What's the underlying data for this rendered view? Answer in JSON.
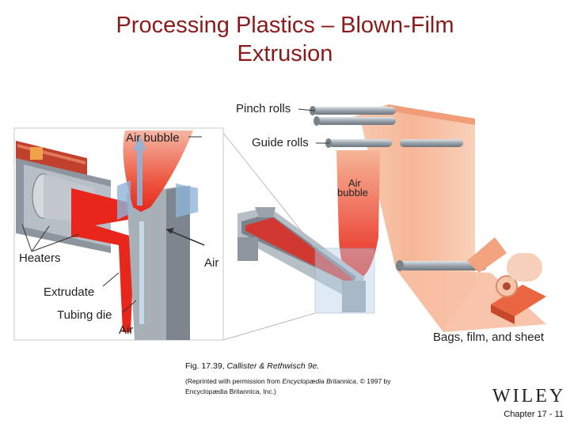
{
  "slide": {
    "title_line1": "Processing Plastics – Blown-Film",
    "title_line2": "Extrusion"
  },
  "figure": {
    "labels": {
      "pinch_rolls": "Pinch rolls",
      "guide_rolls": "Guide rolls",
      "air_bubble_right_1": "Air",
      "air_bubble_right_2": "bubble",
      "bags_film_sheet": "Bags, film, and sheet",
      "air_bubble_inset": "Air bubble",
      "heaters": "Heaters",
      "extrudate": "Extrudate",
      "tubing_die": "Tubing die",
      "air_bottom": "Air",
      "air_right": "Air"
    },
    "colors": {
      "polymer_red": "#e8261c",
      "film_peach": "#f6b28e",
      "heater_brick": "#c0412d",
      "metal_gray": "#9aa3ab",
      "air_blue": "#8fb4d8"
    }
  },
  "caption": {
    "main_prefix": "Fig. 17.39, ",
    "main_italic": "Callister & Rethwisch 9e.",
    "note_part1": "(Reprinted with permission from ",
    "note_italic": "Encyclopædia Britannica",
    "note_part2": ", © 1997 by Encyclopædia Britannica, Inc.)"
  },
  "footer": {
    "logo_text": "WILEY",
    "chapter": "Chapter 17 -  11"
  }
}
